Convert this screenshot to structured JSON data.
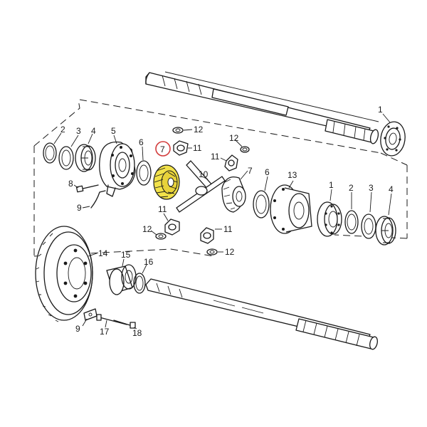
{
  "colors": {
    "ink": "#1a1a1a",
    "highlight_fill": "#f2e24a",
    "highlight_circle": "#d23b3b",
    "background": "#ffffff"
  },
  "highlighted_part": "7",
  "callouts": {
    "upper_shaft": [
      "1"
    ],
    "left_stack": [
      "2",
      "3",
      "4",
      "5",
      "6",
      "7"
    ],
    "spider": [
      "12",
      "11",
      "10",
      "11",
      "12",
      "7",
      "12",
      "11",
      "11",
      "12"
    ],
    "right_stack": [
      "6",
      "13",
      "1",
      "2",
      "3",
      "4"
    ],
    "left_small": [
      "8",
      "9"
    ],
    "lower_assembly": [
      "14",
      "15",
      "16",
      "9",
      "17",
      "18"
    ]
  }
}
